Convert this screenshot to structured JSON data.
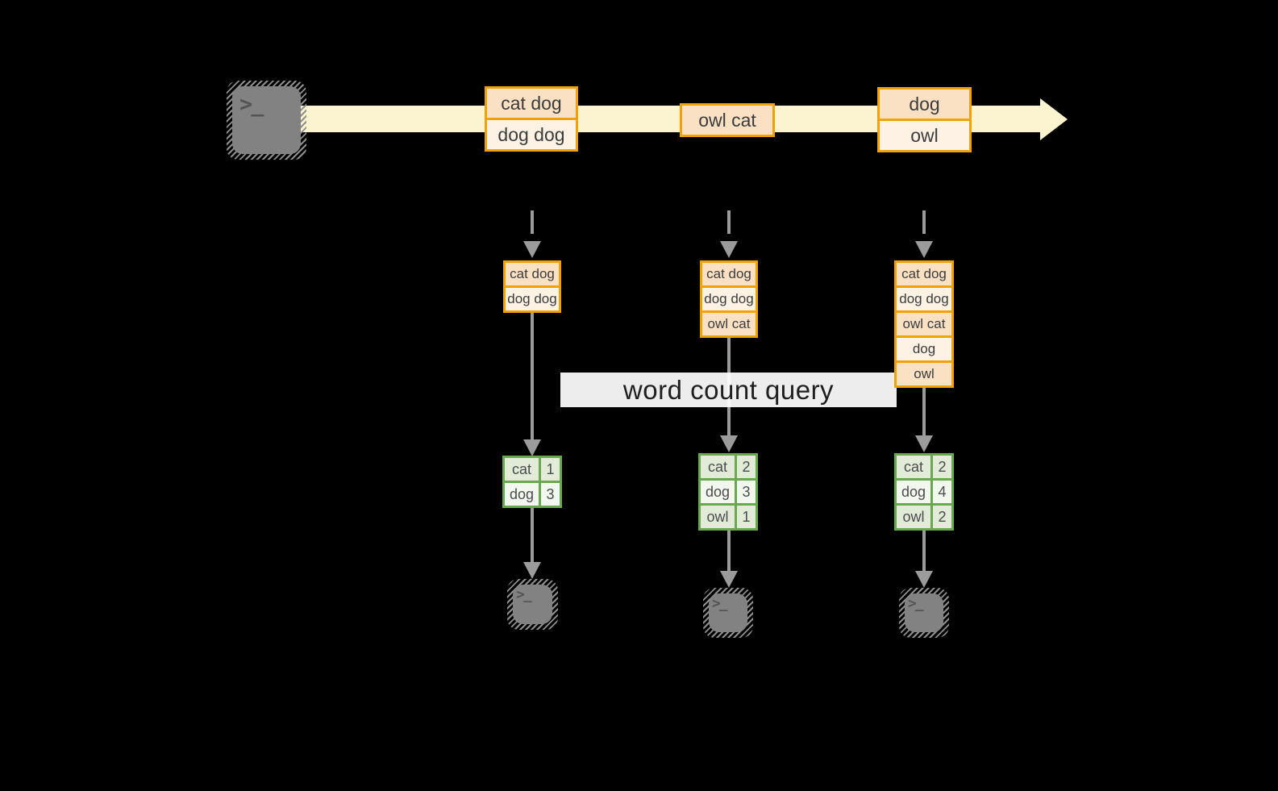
{
  "diagram": {
    "title_label": "word count query",
    "terminal_glyph": ">_",
    "stream": {
      "batches": [
        {
          "lines": [
            "cat dog",
            "dog dog"
          ]
        },
        {
          "lines": [
            "owl cat"
          ]
        },
        {
          "lines": [
            "dog",
            "owl"
          ]
        }
      ]
    },
    "columns": [
      {
        "stack": [
          "cat dog",
          "dog dog"
        ],
        "counts": [
          {
            "word": "cat",
            "count": "1"
          },
          {
            "word": "dog",
            "count": "3"
          }
        ]
      },
      {
        "stack": [
          "cat dog",
          "dog dog",
          "owl cat"
        ],
        "counts": [
          {
            "word": "cat",
            "count": "2"
          },
          {
            "word": "dog",
            "count": "3"
          },
          {
            "word": "owl",
            "count": "1"
          }
        ]
      },
      {
        "stack": [
          "cat dog",
          "dog dog",
          "owl cat",
          "dog",
          "owl"
        ],
        "counts": [
          {
            "word": "cat",
            "count": "2"
          },
          {
            "word": "dog",
            "count": "4"
          },
          {
            "word": "owl",
            "count": "2"
          }
        ]
      }
    ],
    "colors": {
      "background": "#000000",
      "stream_arrow": "#fcf3d1",
      "batch_border": "#f0a202",
      "batch_fill_dark": "#fae1c4",
      "batch_fill_light": "#fdf2e4",
      "table_border": "#6aa84f",
      "table_fill_dark": "#e1ebd7",
      "table_fill_light": "#f3f8ef",
      "connector_gray": "#9b9b9b",
      "terminal_gray": "#828282",
      "label_background": "#ffffff"
    }
  }
}
